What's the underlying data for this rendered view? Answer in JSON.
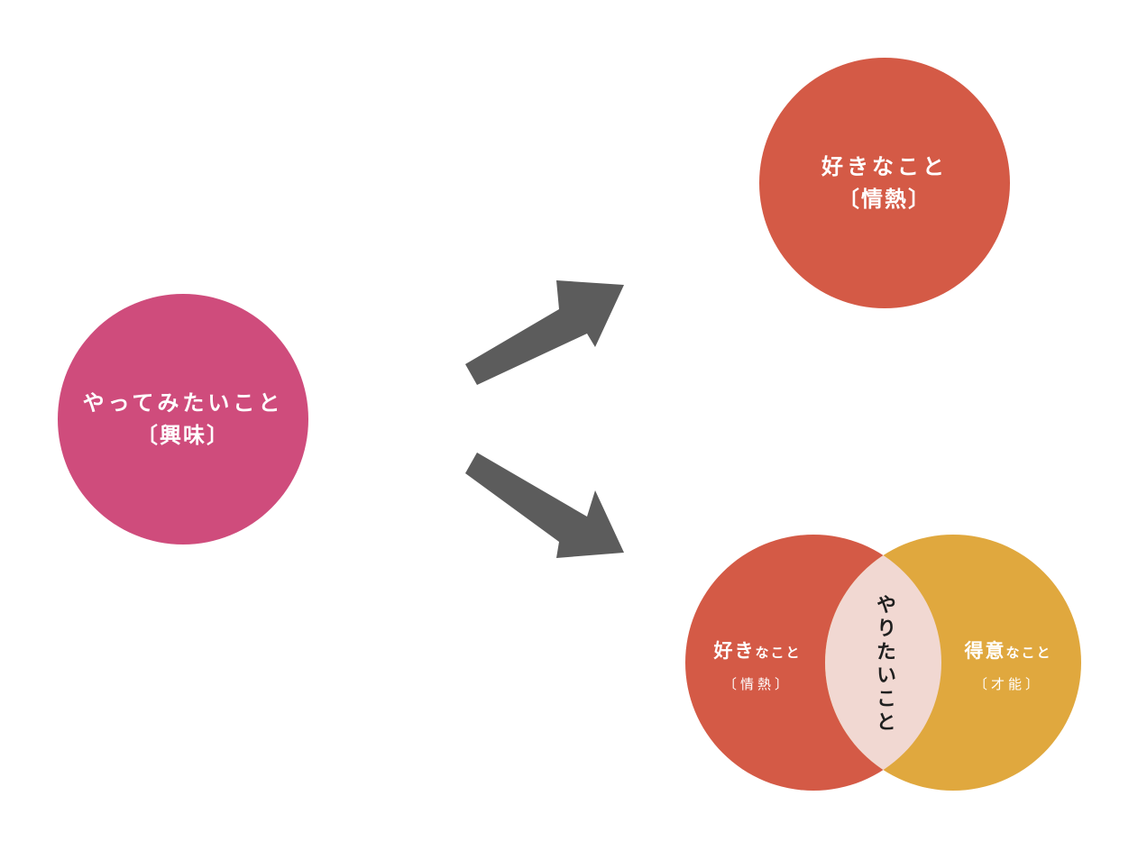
{
  "colors": {
    "interest": "#cf4c7c",
    "passion": "#d45a46",
    "talent": "#e0a83e",
    "overlap": "#f1d8d2",
    "arrow": "#5c5c5c"
  },
  "interest": {
    "title": "やってみたいこと",
    "subtitle": "〔興味〕"
  },
  "passion_alone": {
    "title": "好きなこと",
    "subtitle": "〔情熱〕"
  },
  "venn": {
    "left": {
      "title_kanji": "好き",
      "title_kana": "なこと",
      "subtitle": "〔情熱〕"
    },
    "right": {
      "title_kanji": "得意",
      "title_kana": "なこと",
      "subtitle": "〔才能〕"
    },
    "center": "やりたいこと"
  }
}
